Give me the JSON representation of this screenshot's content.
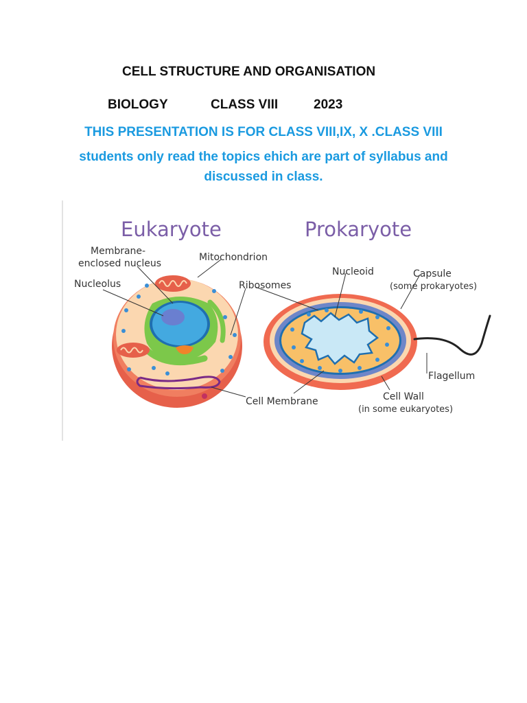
{
  "header": {
    "title": "CELL STRUCTURE AND ORGANISATION",
    "subject": "BIOLOGY",
    "class": "CLASS VIII",
    "year": "2023"
  },
  "notice": {
    "heading": "THIS PRESENTATION IS FOR CLASS VIII,IX, X .CLASS VIII",
    "body": "students only read the topics ehich are part of syllabus and discussed in class."
  },
  "figure": {
    "eukaryote": {
      "heading": "Eukaryote",
      "labels": {
        "membrane_nucleus_line1": "Membrane-",
        "membrane_nucleus_line2": "enclosed nucleus",
        "mitochondrion": "Mitochondrion",
        "nucleolus": "Nucleolus",
        "ribosomes": "Ribosomes",
        "cell_membrane": "Cell Membrane"
      }
    },
    "prokaryote": {
      "heading": "Prokaryote",
      "labels": {
        "nucleoid": "Nucleoid",
        "capsule": "Capsule",
        "capsule_note": "(some prokaryotes)",
        "flagellum": "Flagellum",
        "cell_wall": "Cell Wall",
        "cell_wall_note": "(in some eukaryotes)"
      }
    },
    "colors": {
      "heading": "#7b5ea7",
      "cytoplasm": "#fbd7b0",
      "cell_rim": "#f07e60",
      "nucleus": "#43a9e0",
      "nucleolus": "#6a7fd0",
      "er": "#7cc84a",
      "golgi_orange": "#f0842a",
      "capsule": "#f06a50",
      "cell_wall": "#6e86c8",
      "prokaryote_cytoplasm": "#f8c068",
      "nucleoid": "#c9e8f6",
      "ribosome": "#3a8ed6",
      "flagellum": "#222222",
      "label_text": "#333333"
    }
  }
}
